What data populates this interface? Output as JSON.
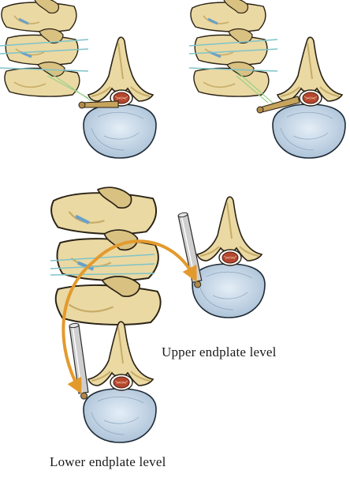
{
  "labels": {
    "upper": "Upper endplate level",
    "lower": "Lower endplate level"
  },
  "colors": {
    "bone_fill": "#ead9a3",
    "bone_shade": "#c7ac67",
    "bone_outline": "#2a2215",
    "disc_fill": "#c5d6e6",
    "disc_outline": "#1e2a36",
    "cord_fill": "#b5472e",
    "guide_line": "#7ec3c9",
    "trajectory_line": "#9bd08a",
    "probe_fill": "#cfcfcf",
    "probe_tip": "#b18a4a",
    "arrow": "#e39a2d"
  },
  "panels": [
    {
      "name": "top-left"
    },
    {
      "name": "top-right"
    },
    {
      "name": "bottom"
    }
  ]
}
